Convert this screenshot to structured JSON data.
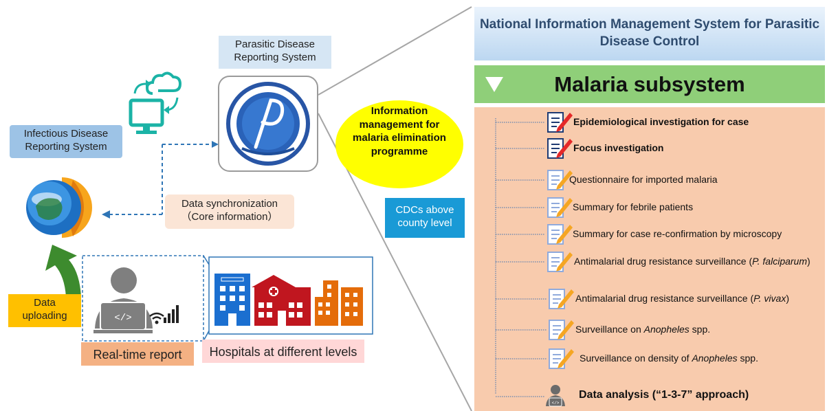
{
  "parasitic": {
    "line1": "Parasitic Disease",
    "line2": "Reporting System"
  },
  "infectious": {
    "line1": "Infectious Disease",
    "line2": "Reporting System"
  },
  "sync": {
    "line1": "Data synchronization",
    "line2": "（Core information）"
  },
  "uploading": {
    "line1": "Data",
    "line2": "uploading"
  },
  "realtime": "Real-time report",
  "hospitals": "Hospitals at different levels",
  "info": {
    "line1": "Information",
    "line2": "management for",
    "line3": "malaria elimination",
    "line4": "programme"
  },
  "cdcs": {
    "line1": "CDCs above",
    "line2": "county level"
  },
  "panel": {
    "title_line1": "National Information Management System for Parasitic",
    "title_line2": "Disease Control",
    "subsystem": "Malaria subsystem"
  },
  "items": [
    {
      "text": "Epidemiological investigation for case",
      "bold": true,
      "icon": "edit-document-icon-red"
    },
    {
      "text": "Focus investigation",
      "bold": true,
      "icon": "edit-document-icon-red"
    },
    {
      "text": "Questionnaire for imported malaria",
      "icon": "edit-document-icon-orange"
    },
    {
      "text": "Summary for febrile patients",
      "icon": "edit-document-icon-orange"
    },
    {
      "text": "Summary for case re-confirmation by microscopy",
      "icon": "edit-document-icon-orange"
    },
    {
      "text_pre": "Antimalarial drug resistance surveillance (",
      "text_it": "P. falciparum",
      "text_post": ")",
      "icon": "edit-document-icon-orange"
    },
    {
      "text_pre": "Antimalarial drug resistance surveillance (",
      "text_it": "P. vivax",
      "text_post": ")",
      "icon": "edit-document-icon-orange"
    },
    {
      "text_pre": "Surveillance on ",
      "text_it": "Anopheles",
      "text_post": " spp.",
      "icon": "edit-document-icon-orange"
    },
    {
      "text_pre": "Surveillance on density of ",
      "text_it": "Anopheles",
      "text_post": " spp.",
      "icon": "edit-document-icon-orange"
    },
    {
      "text": "Data analysis (“1-3-7” approach)",
      "bold": true,
      "icon": "person-computer-icon"
    }
  ],
  "colors": {
    "teal": "#1bb3a6",
    "infectious_bg": "#9dc3e6",
    "parasitic_bg": "#d6e6f4",
    "sync_bg": "#fbe5d6",
    "uploading_bg": "#ffc000",
    "realtime_bg": "#f4b183",
    "hospitals_bg": "#ffd7d7",
    "info_bg": "#ffff00",
    "cdc_bg": "#199ad6",
    "panel_body": "#f8cbad",
    "subsystem_bg": "#8fcf79",
    "arrow_green": "#3d8b2e"
  }
}
